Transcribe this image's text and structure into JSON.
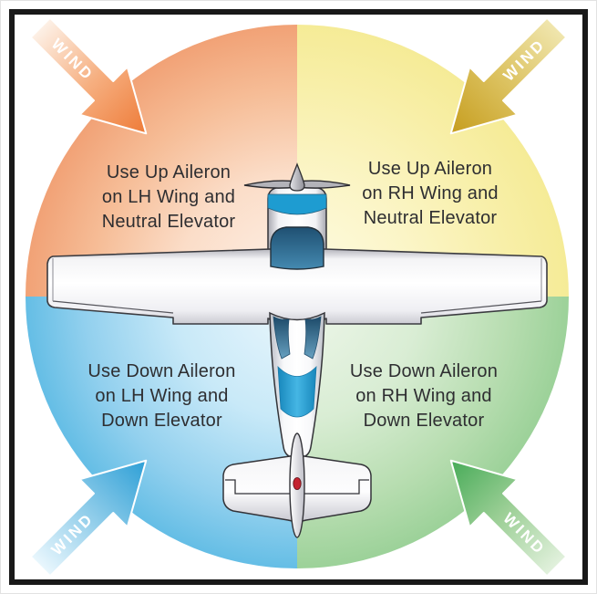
{
  "quadrants": {
    "top_left": {
      "wind": "WIND",
      "lines": [
        "Use Up Aileron",
        "on LH Wing and",
        "Neutral Elevator"
      ],
      "edge_color": "#F1A175",
      "arrow_color": "#EE7B38"
    },
    "top_right": {
      "wind": "WIND",
      "lines": [
        "Use Up Aileron",
        "on RH Wing and",
        "Neutral Elevator"
      ],
      "edge_color": "#F5EB96",
      "arrow_color": "#C69D1E"
    },
    "bottom_left": {
      "wind": "WIND",
      "lines": [
        "Use Down Aileron",
        "on LH Wing and",
        "Down Elevator"
      ],
      "edge_color": "#63BDE5",
      "arrow_color": "#2D9FD6"
    },
    "bottom_right": {
      "wind": "WIND",
      "lines": [
        "Use Down Aileron",
        "on RH Wing and",
        "Down Elevator"
      ],
      "edge_color": "#9BD198",
      "arrow_color": "#47AB58"
    }
  },
  "airplane": {
    "trim_color": "#2AA4DB",
    "beacon_color": "#C42430",
    "text_color": "#2E2E31",
    "frame_color": "#191919"
  }
}
